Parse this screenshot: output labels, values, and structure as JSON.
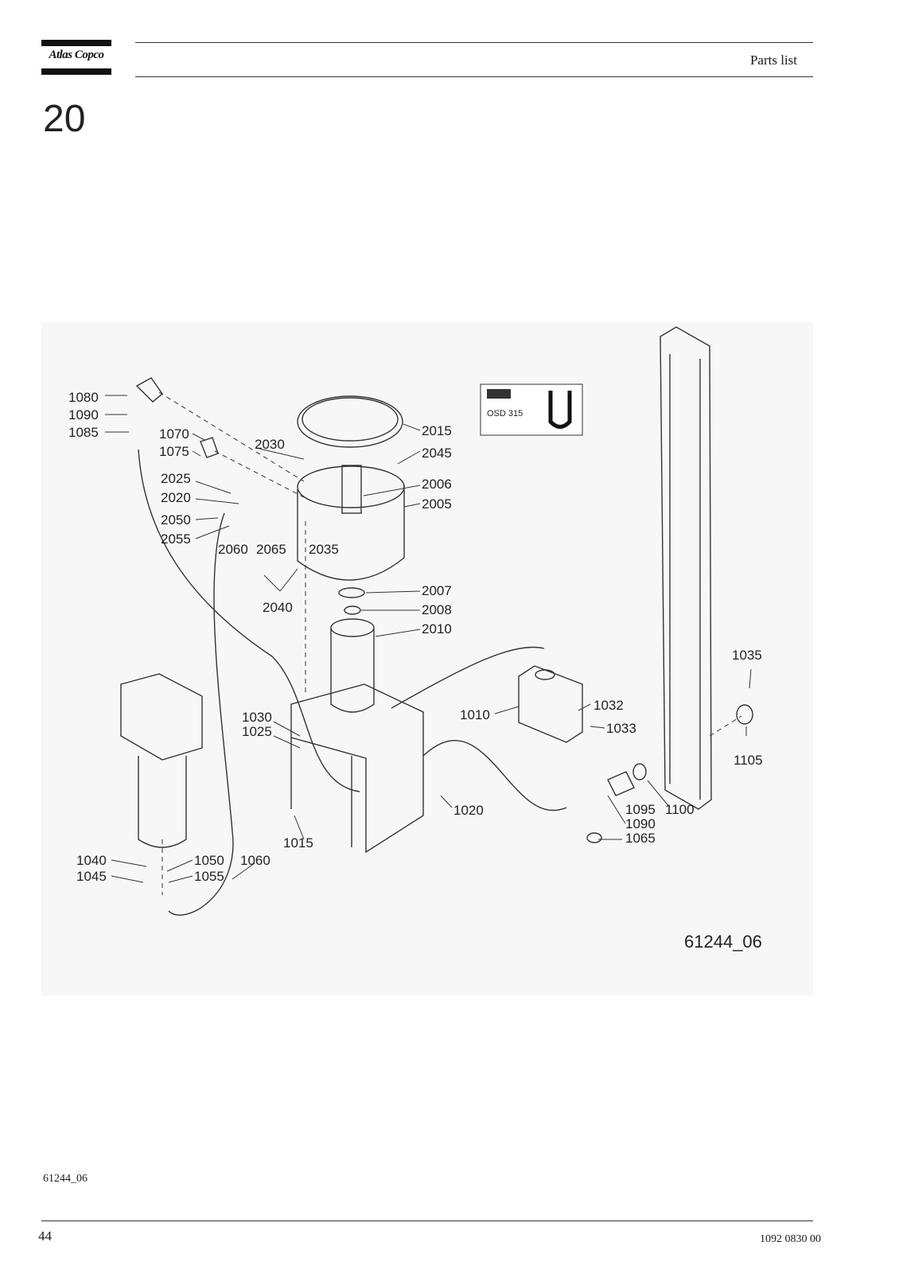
{
  "header": {
    "logo_text": "Atlas Copco",
    "title": "Parts list"
  },
  "section": {
    "number": "20"
  },
  "figure": {
    "ref": "61244_06",
    "labels": [
      "1080",
      "1090",
      "1085",
      "1070",
      "1075",
      "2030",
      "2015",
      "2045",
      "2025",
      "2020",
      "2006",
      "2005",
      "2050",
      "2055",
      "2060",
      "2065",
      "2035",
      "2040",
      "2007",
      "2008",
      "2010",
      "1035",
      "1030",
      "1025",
      "1010",
      "1032",
      "1033",
      "1105",
      "1020",
      "1015",
      "1095",
      "1100",
      "1090",
      "1065",
      "1040",
      "1045",
      "1050",
      "1055",
      "1060"
    ],
    "decal_text": "OSD 315"
  },
  "footer": {
    "figure_ref": "61244_06",
    "page_number": "44",
    "doc_number": "1092 0830 00"
  }
}
